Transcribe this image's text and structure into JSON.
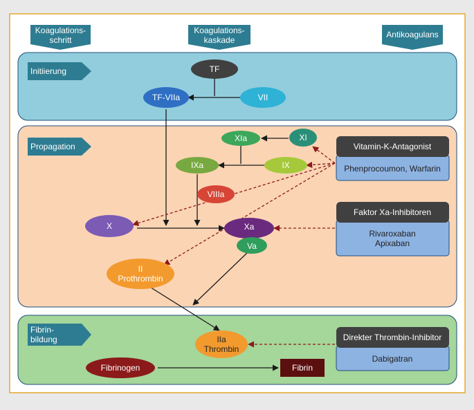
{
  "colors": {
    "background": "#e9e9e9",
    "frame_border": "#e2a92f",
    "panel_initiation": "#92cddd",
    "panel_propagation": "#fbd4b4",
    "panel_fibrin": "#a5d69a",
    "panel_border": "#1f4e79",
    "header_tab": "#2e7c91",
    "drug_header": "#404040",
    "drug_body": "#8db3e2",
    "arrow_solid": "#1a1a1a",
    "arrow_inhibit": "#8b1a1a"
  },
  "headers": {
    "step": "Koagulations-\nschritt",
    "cascade": "Koagulations-\nkaskade",
    "anticoag": "Antikoagulans"
  },
  "sections": {
    "initiation": "Initiierung",
    "propagation": "Propagation",
    "fibrin": "Fibrin-\nbildung"
  },
  "nodes": {
    "tf": "TF",
    "tf_viia": "TF-VIIa",
    "vii": "VII",
    "xia": "XIa",
    "xi": "XI",
    "ixa": "IXa",
    "ix": "IX",
    "viiia": "VIIIa",
    "x": "X",
    "xa": "Xa",
    "va": "Va",
    "prothrombin": "II\nProthrombin",
    "thrombin": "IIa\nThrombin",
    "fibrinogen": "Fibrinogen",
    "fibrin": "Fibrin"
  },
  "drugs": {
    "vka": {
      "title": "Vitamin-K-Antagonist",
      "body": "Phenprocoumon, Warfarin"
    },
    "fxa": {
      "title": "Faktor Xa-Inhibitoren",
      "body": "Rivaroxaban\nApixaban"
    },
    "dti": {
      "title": "Direkter Thrombin-Inhibitor",
      "body": "Dabigatran"
    }
  }
}
